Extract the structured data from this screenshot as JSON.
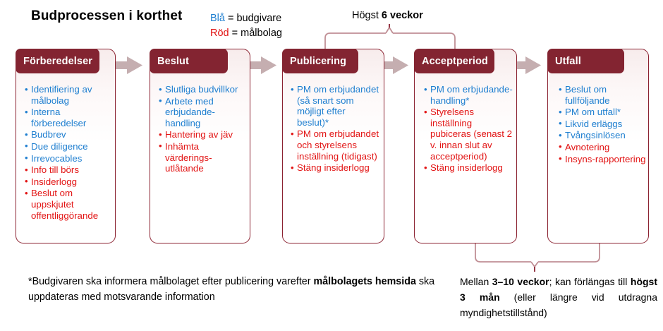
{
  "title": "Budprocessen i korthet",
  "legend": {
    "blue_term": "Blå",
    "blue_text": " = budgivare",
    "red_term": "Röd",
    "red_text": " = målbolag",
    "blue_color": "#1f7fd0",
    "red_color": "#e21414"
  },
  "theme": {
    "header_bg": "#832431",
    "box_border": "#8b2231",
    "arrow_fill": "#c5aeb0",
    "bracket_stroke": "#c08f95",
    "bracket_tick": "#8b2231"
  },
  "stages": [
    {
      "header": "Förberedelser",
      "items": [
        {
          "text": "Identifiering av målbolag",
          "color": "blue"
        },
        {
          "text": "Interna förberedelser",
          "color": "blue"
        },
        {
          "text": "Budbrev",
          "color": "blue"
        },
        {
          "text": "Due diligence",
          "color": "blue"
        },
        {
          "text": "Irrevocables",
          "color": "blue"
        },
        {
          "text": "Info till börs",
          "color": "red"
        },
        {
          "text": "Insiderlogg",
          "color": "red"
        },
        {
          "text": "Beslut om uppskjutet offentliggörande",
          "color": "red"
        }
      ]
    },
    {
      "header": "Beslut",
      "items": [
        {
          "text": "Slutliga budvillkor",
          "color": "blue"
        },
        {
          "text": "Arbete med erbjudande-handling",
          "color": "blue"
        },
        {
          "text": "Hantering av jäv",
          "color": "red"
        },
        {
          "text": "Inhämta värderings-utlåtande",
          "color": "red"
        }
      ]
    },
    {
      "header": "Publicering",
      "items": [
        {
          "text": "PM om erbjudandet (så snart som möjligt efter beslut)*",
          "color": "blue"
        },
        {
          "text": "PM om erbjudandet och styrelsens inställning (tidigast)",
          "color": "red"
        },
        {
          "text": "Stäng insiderlogg",
          "color": "red"
        }
      ]
    },
    {
      "header": "Acceptperiod",
      "items": [
        {
          "text": "PM om erbjudande-handling*",
          "color": "blue"
        },
        {
          "text": "Styrelsens inställning pubiceras (senast 2 v. innan slut av acceptperiod)",
          "color": "red"
        },
        {
          "text": "Stäng insiderlogg",
          "color": "red"
        }
      ]
    },
    {
      "header": "Utfall",
      "items": [
        {
          "text": "Beslut om fullföljande",
          "color": "blue"
        },
        {
          "text": "PM om utfall*",
          "color": "blue"
        },
        {
          "text": "Likvid erläggs",
          "color": "blue"
        },
        {
          "text": "Tvångsinlösen",
          "color": "blue"
        },
        {
          "text": "Avnotering",
          "color": "red"
        },
        {
          "text": "Insyns-rapportering",
          "color": "red"
        }
      ]
    }
  ],
  "brackets": {
    "top_label_plain": "Högst ",
    "top_label_bold": "6 veckor",
    "bottom_caption": {
      "part1": "Mellan ",
      "bold1": "3–10 veckor",
      "part2": "; kan förlängas till ",
      "bold2": "högst 3 mån",
      "part3": " (eller längre vid utdragna myndighetstillstånd)"
    }
  },
  "footnote_left": {
    "part1": "*Budgivaren ska informera målbolaget efter publicering varefter ",
    "bold1": "målbolagets hemsida",
    "part2": " ska uppdateras med motsvarande information"
  }
}
